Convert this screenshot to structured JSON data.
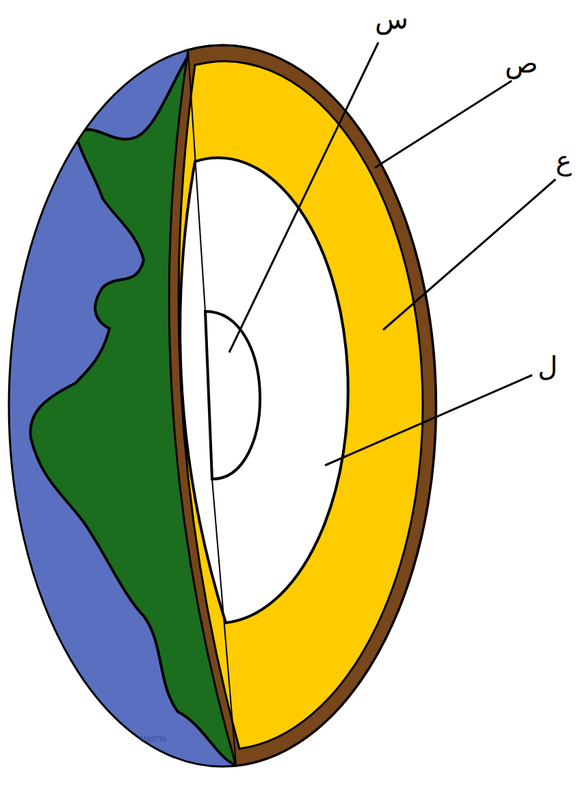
{
  "diagram": {
    "labels": [
      "س",
      "ص",
      "ع",
      "ل",
      "MARTIN"
    ]
  }
}
